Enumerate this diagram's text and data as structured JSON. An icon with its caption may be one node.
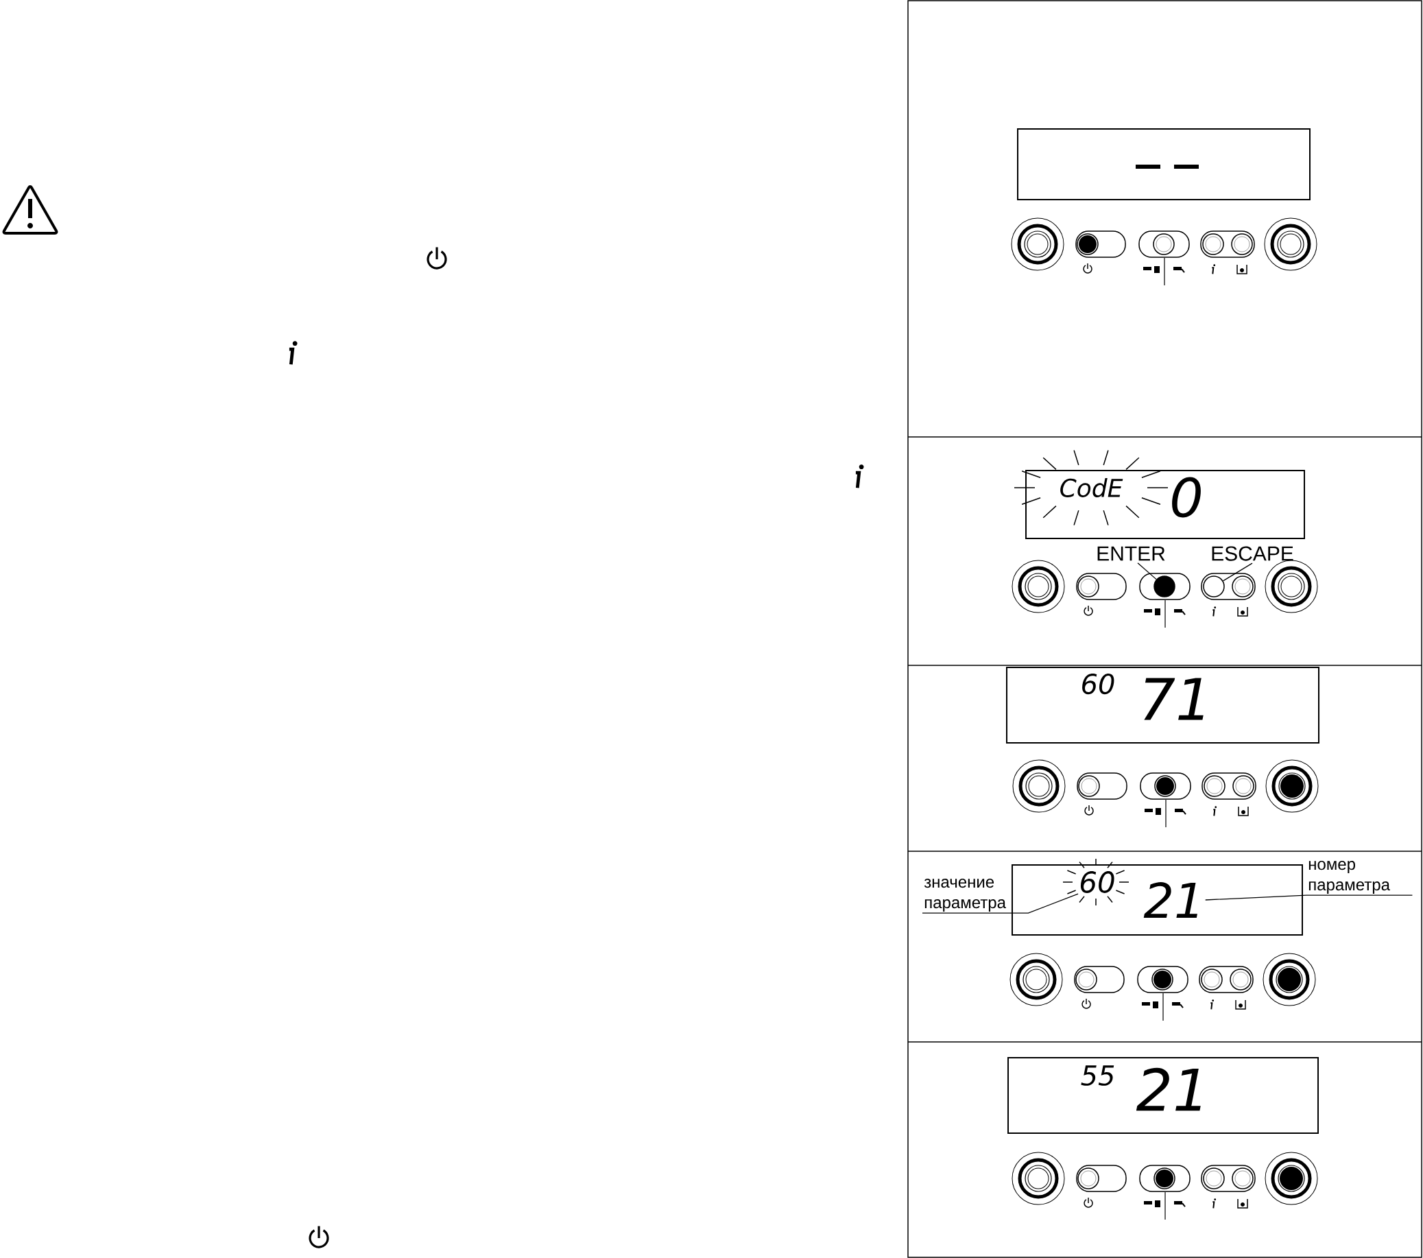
{
  "diagram": {
    "nodes": [
      {
        "text": [
          "ENTER"
        ]
      },
      {
        "text": [],
        "shape": "circle"
      },
      {
        "text": [
          "ESCAPE"
        ]
      },
      {
        "text": [],
        "shape": "circle"
      },
      {
        "text": [
          "значение параметра"
        ]
      },
      {
        "text": [
          "60"
        ]
      },
      {
        "text": [
          "номер параметра"
        ]
      },
      {
        "text": [
          "21"
        ]
      }
    ],
    "edges": [
      {
        "from": 0,
        "to": 1,
        "arrow": "none"
      },
      {
        "from": 2,
        "to": 3,
        "arrow": "none"
      },
      {
        "from": 4,
        "to": 5,
        "arrow": "none"
      },
      {
        "from": 6,
        "to": 7,
        "arrow": "none"
      }
    ],
    "labels": [
      "CodE",
      "0",
      "60",
      "71",
      "55",
      "21"
    ]
  }
}
